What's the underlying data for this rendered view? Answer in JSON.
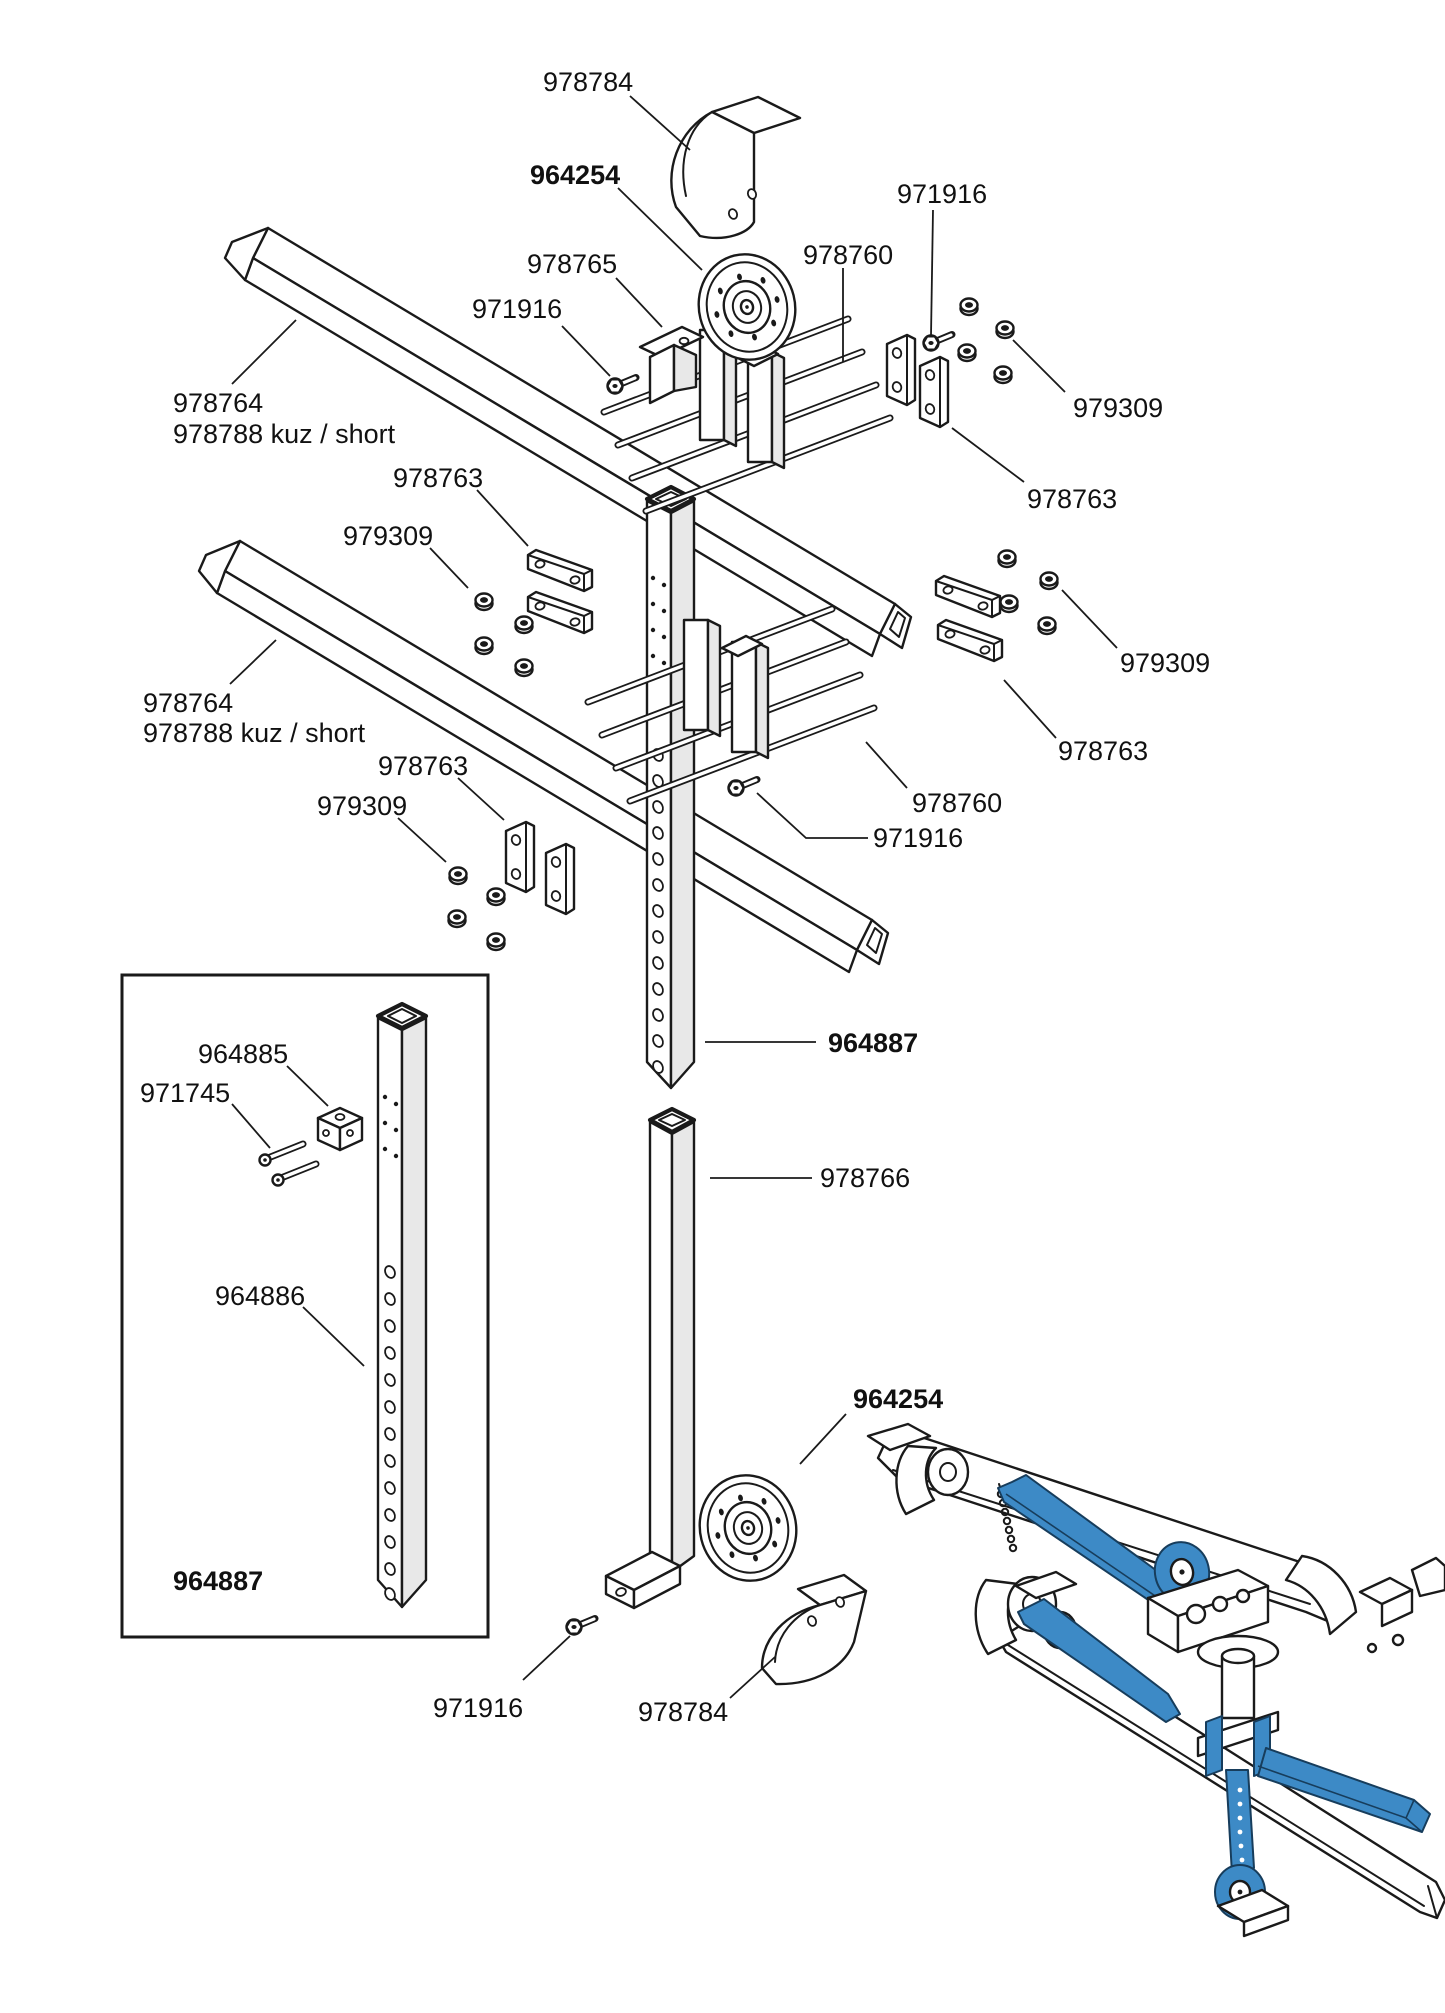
{
  "diagram": {
    "kind": "exploded-parts-diagram",
    "background": "#ffffff",
    "line_color": "#1a1a1a",
    "metal_shade_color": "#e8e8e8",
    "highlight_color": "#3d8ac6",
    "part_numbers_visible": [
      "964254",
      "964885",
      "964886",
      "964887",
      "971745",
      "971916",
      "978760",
      "978763",
      "978764",
      "978765",
      "978766",
      "978784",
      "978788 kuz / short",
      "979309"
    ],
    "labels": [
      {
        "id": "guard-top",
        "text": "978784",
        "bold": false
      },
      {
        "id": "pulley-top",
        "text": "964254",
        "bold": true
      },
      {
        "id": "bracket",
        "text": "978765",
        "bold": false
      },
      {
        "id": "bolt-top-left",
        "text": "971916",
        "bold": false
      },
      {
        "id": "bolt-top-right",
        "text": "971916",
        "bold": false
      },
      {
        "id": "frame-top",
        "text": "978760",
        "bold": false
      },
      {
        "id": "nuts-top-right",
        "text": "979309",
        "bold": false
      },
      {
        "id": "clamps-top-right",
        "text": "978763",
        "bold": false
      },
      {
        "id": "beam1-number",
        "text": "978764",
        "bold": false
      },
      {
        "id": "beam1-short-variant",
        "text": "978788 kuz / short",
        "bold": false
      },
      {
        "id": "clamps-mid-left",
        "text": "978763",
        "bold": false
      },
      {
        "id": "nuts-mid-left",
        "text": "979309",
        "bold": false
      },
      {
        "id": "nuts-right-mid",
        "text": "979309",
        "bold": false
      },
      {
        "id": "clamps-right-mid",
        "text": "978763",
        "bold": false
      },
      {
        "id": "beam2-number",
        "text": "978764",
        "bold": false
      },
      {
        "id": "beam2-short-variant",
        "text": "978788 kuz / short",
        "bold": false
      },
      {
        "id": "clamps-lower-left",
        "text": "978763",
        "bold": false
      },
      {
        "id": "nuts-lower-left",
        "text": "979309",
        "bold": false
      },
      {
        "id": "frame-bottom",
        "text": "978760",
        "bold": false
      },
      {
        "id": "bolt-middle",
        "text": "971916",
        "bold": false
      },
      {
        "id": "post-main",
        "text": "964887",
        "bold": true
      },
      {
        "id": "post-lower",
        "text": "978766",
        "bold": false
      },
      {
        "id": "pulley-bottom",
        "text": "964254",
        "bold": true
      },
      {
        "id": "bolt-bottom",
        "text": "971916",
        "bold": false
      },
      {
        "id": "guard-bottom",
        "text": "978784",
        "bold": false
      },
      {
        "id": "kit-block",
        "text": "964885",
        "bold": false
      },
      {
        "id": "kit-pins",
        "text": "971745",
        "bold": false
      },
      {
        "id": "kit-post",
        "text": "964886",
        "bold": false
      },
      {
        "id": "kit-number",
        "text": "964887",
        "bold": true
      }
    ]
  }
}
